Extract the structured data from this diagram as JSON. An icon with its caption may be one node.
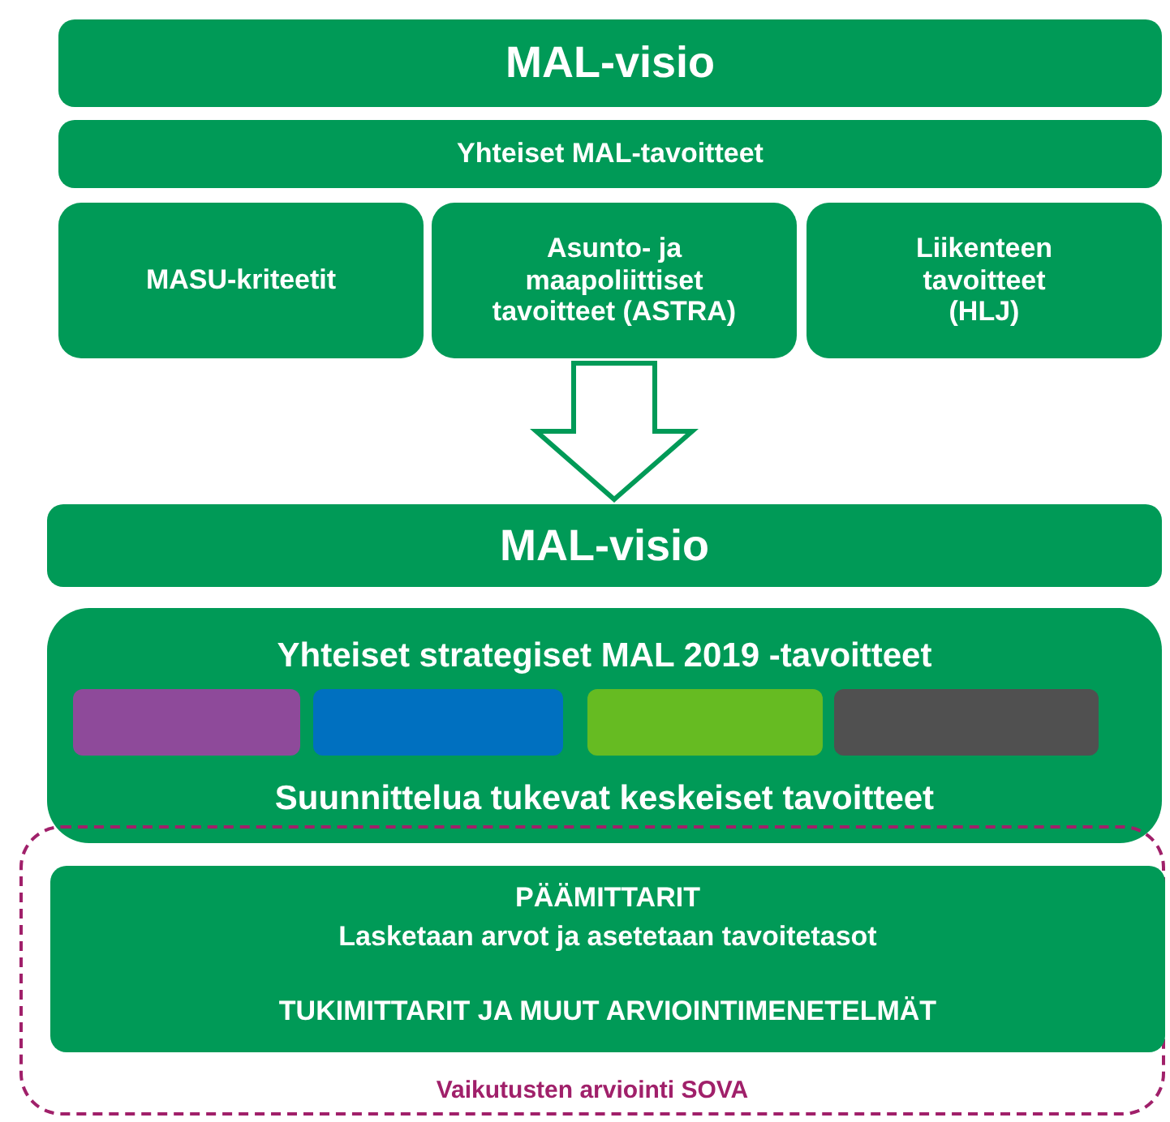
{
  "diagram": {
    "nodes": [
      {
        "text": [
          "MAL-visio"
        ]
      },
      {
        "text": [
          "Yhteiset MAL-tavoitteet"
        ]
      },
      {
        "text": [
          "MASU-kriteetit"
        ]
      },
      {
        "text": [
          "Asunto- ja maapoliittiset tavoitteet (ASTRA)"
        ]
      },
      {
        "text": [
          "Liikenteen tavoitteet (HLJ)"
        ]
      },
      {
        "text": [
          "MAL-visio"
        ]
      },
      {
        "text": [
          "Yhteiset strategiset MAL 2019 -tavoitteet",
          "Suunnittelua tukevat keskeiset tavoitteet"
        ]
      },
      {
        "text": [],
        "shape": "box",
        "in": 6
      },
      {
        "text": [],
        "shape": "box",
        "in": 6
      },
      {
        "text": [],
        "shape": "box",
        "in": 6
      },
      {
        "text": [],
        "shape": "box",
        "in": 6
      },
      {
        "text": [
          "Vaikutusten arviointi SOVA"
        ]
      },
      {
        "text": [
          "PÄÄMITTARIT",
          "Lasketaan arvot ja asetetaan tavoitetasot",
          "TUKIMITTARIT JA MUUT ARVIOINTIMENETELMÄT"
        ],
        "in": 11
      }
    ],
    "edges": [
      {
        "from": 3,
        "to": 5,
        "arrow": "to"
      }
    ]
  }
}
